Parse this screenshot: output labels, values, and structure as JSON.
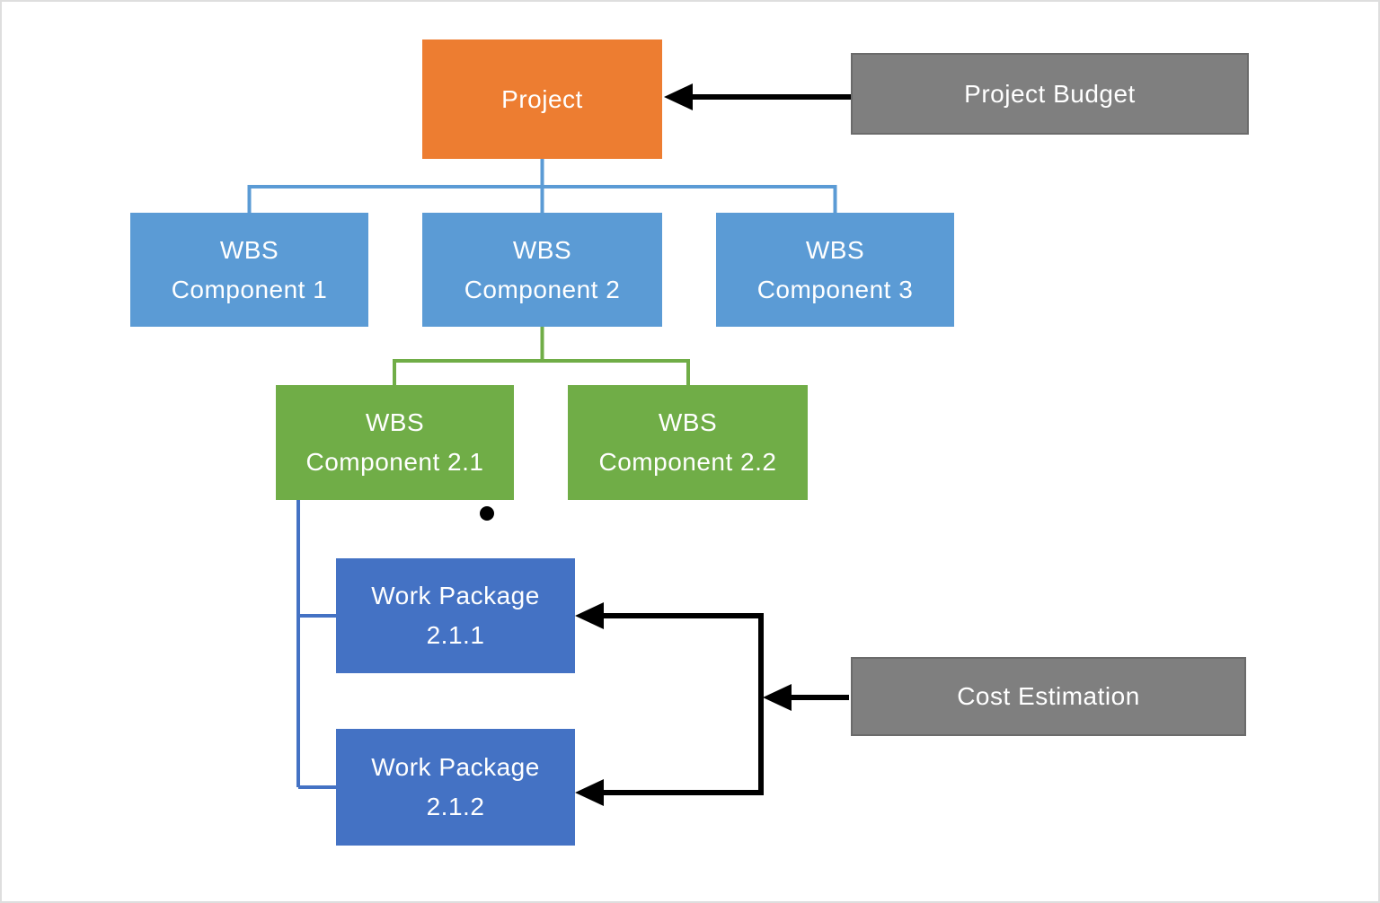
{
  "diagram": {
    "type": "work-breakdown-structure",
    "nodes": {
      "project": {
        "label": "Project",
        "color": "#ED7D31",
        "text_color": "#ffffff"
      },
      "project_budget": {
        "label": "Project Budget",
        "color": "#7F7F7F",
        "text_color": "#ffffff"
      },
      "wbs_component_1": {
        "label": "WBS\nComponent 1",
        "color": "#5B9BD5",
        "text_color": "#ffffff"
      },
      "wbs_component_2": {
        "label": "WBS\nComponent 2",
        "color": "#5B9BD5",
        "text_color": "#ffffff"
      },
      "wbs_component_3": {
        "label": "WBS\nComponent 3",
        "color": "#5B9BD5",
        "text_color": "#ffffff"
      },
      "wbs_component_2_1": {
        "label": "WBS\nComponent 2.1",
        "color": "#70AD47",
        "text_color": "#ffffff"
      },
      "wbs_component_2_2": {
        "label": "WBS\nComponent 2.2",
        "color": "#70AD47",
        "text_color": "#ffffff"
      },
      "work_package_2_1_1": {
        "label": "Work Package\n2.1.1",
        "color": "#4472C4",
        "text_color": "#ffffff"
      },
      "work_package_2_1_2": {
        "label": "Work Package\n2.1.2",
        "color": "#4472C4",
        "text_color": "#ffffff"
      },
      "cost_estimation": {
        "label": "Cost Estimation",
        "color": "#7F7F7F",
        "text_color": "#ffffff"
      }
    },
    "edges": [
      {
        "from": "project",
        "to": "wbs_component_1",
        "style": "elbow",
        "color": "#5B9BD5"
      },
      {
        "from": "project",
        "to": "wbs_component_2",
        "style": "elbow",
        "color": "#5B9BD5"
      },
      {
        "from": "project",
        "to": "wbs_component_3",
        "style": "elbow",
        "color": "#5B9BD5"
      },
      {
        "from": "wbs_component_2",
        "to": "wbs_component_2_1",
        "style": "elbow",
        "color": "#70AD47"
      },
      {
        "from": "wbs_component_2",
        "to": "wbs_component_2_2",
        "style": "elbow",
        "color": "#70AD47"
      },
      {
        "from": "wbs_component_2_1",
        "to": "work_package_2_1_1",
        "style": "elbow",
        "color": "#4472C4"
      },
      {
        "from": "wbs_component_2_1",
        "to": "work_package_2_1_2",
        "style": "elbow",
        "color": "#4472C4"
      },
      {
        "from": "project_budget",
        "to": "project",
        "style": "arrow",
        "color": "#000000"
      },
      {
        "from": "cost_estimation",
        "to": "work_package_2_1_1",
        "style": "arrow",
        "color": "#000000"
      },
      {
        "from": "cost_estimation",
        "to": "work_package_2_1_2",
        "style": "arrow",
        "color": "#000000"
      }
    ],
    "decorations": [
      {
        "type": "dot",
        "color": "#000000"
      }
    ],
    "background_color": "#ffffff",
    "frame_color": "#dedede"
  }
}
